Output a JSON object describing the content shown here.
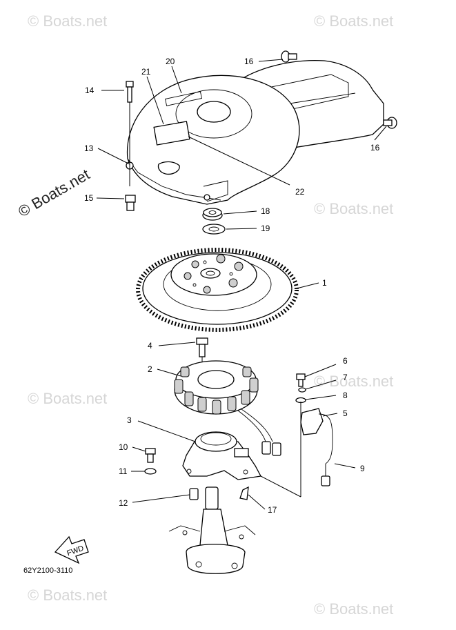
{
  "watermark": "© Boats.net",
  "diagram_code": "62Y2100-3110",
  "fwd_label": "FWD",
  "callouts": [
    {
      "id": "c1",
      "label": "1"
    },
    {
      "id": "c2",
      "label": "2"
    },
    {
      "id": "c3",
      "label": "3"
    },
    {
      "id": "c4",
      "label": "4"
    },
    {
      "id": "c5",
      "label": "5"
    },
    {
      "id": "c6",
      "label": "6"
    },
    {
      "id": "c7",
      "label": "7"
    },
    {
      "id": "c8",
      "label": "8"
    },
    {
      "id": "c9",
      "label": "9"
    },
    {
      "id": "c10",
      "label": "10"
    },
    {
      "id": "c11",
      "label": "11"
    },
    {
      "id": "c12",
      "label": "12"
    },
    {
      "id": "c13",
      "label": "13"
    },
    {
      "id": "c14",
      "label": "14"
    },
    {
      "id": "c15",
      "label": "15"
    },
    {
      "id": "c16a",
      "label": "16"
    },
    {
      "id": "c16b",
      "label": "16"
    },
    {
      "id": "c17",
      "label": "17"
    },
    {
      "id": "c18",
      "label": "18"
    },
    {
      "id": "c19",
      "label": "19"
    },
    {
      "id": "c20",
      "label": "20"
    },
    {
      "id": "c21",
      "label": "21"
    },
    {
      "id": "c22",
      "label": "22"
    }
  ]
}
